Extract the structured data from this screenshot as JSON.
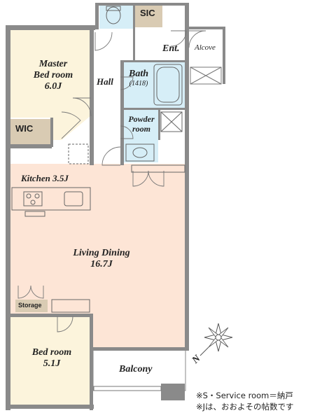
{
  "rooms": {
    "sic": "SIC",
    "entrance": "Ent.",
    "alcove": "Alcove",
    "master_name": "Master",
    "master_sub": "Bed room",
    "master_size": "6.0J",
    "hall": "Hall",
    "bath": "Bath",
    "bath_size": "(1418)",
    "powder_line1": "Powder",
    "powder_line2": "room",
    "wic": "WIC",
    "kitchen": "Kitchen 3.5J",
    "living_name": "Living Dining",
    "living_size": "16.7J",
    "storage": "Storage",
    "bed_name": "Bed room",
    "bed_size": "5.1J",
    "balcony": "Balcony"
  },
  "compass": {
    "north": "N"
  },
  "notes": {
    "service_room": "※S・Service room＝納戸",
    "tatami": "※Jは、おおよその帖数です"
  },
  "colors": {
    "wall": "#8a8a8a",
    "floor": "#fde5d6",
    "bedroom_floor": "#fcf4dc",
    "wet_area": "#d6eef7",
    "storage": "#d9cbb3",
    "balcony": "#ffffff"
  }
}
